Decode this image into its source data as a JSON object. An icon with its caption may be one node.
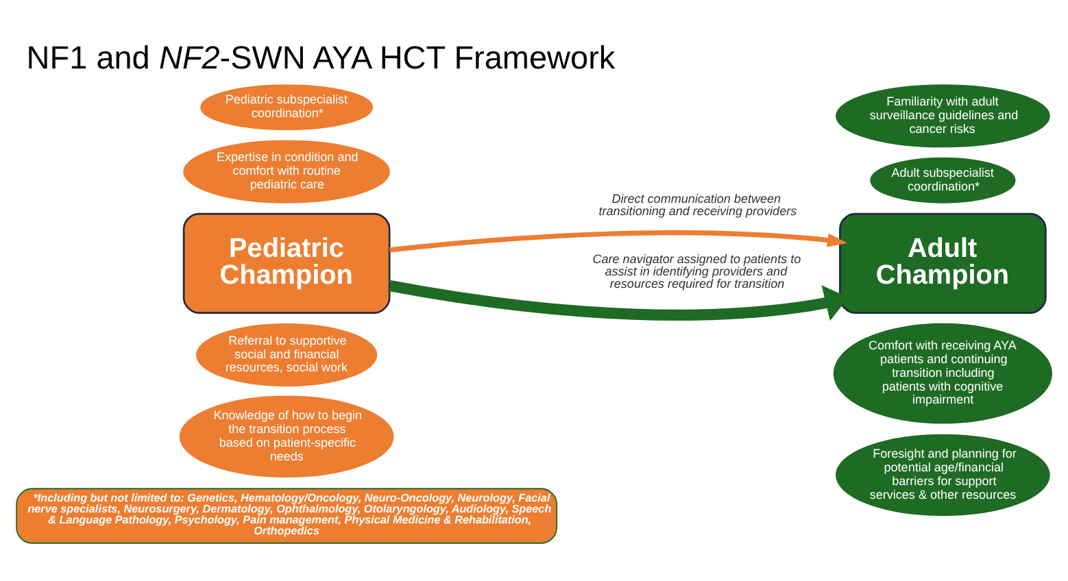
{
  "diagram": {
    "title": "NF1 and *NF2*-SWN AYA HCT Framework",
    "nodes": [
      {
        "text": [
          "Pediatric subspecialist coordination*"
        ]
      },
      {
        "text": [
          "Expertise in condition and comfort with routine pediatric care"
        ]
      },
      {
        "text": [
          "Familiarity with adult surveillance guidelines and cancer risks"
        ]
      },
      {
        "text": [
          "Adult subspecialist coordination*"
        ]
      },
      {
        "text": [
          "Pediatric Champion"
        ]
      },
      {
        "text": [
          "Adult Champion"
        ]
      },
      {
        "text": [
          "Referral to supportive social and financial resources, social work"
        ]
      },
      {
        "text": [
          "Knowledge of how to begin the transition process based on patient-specific needs"
        ]
      },
      {
        "text": [
          "Comfort with receiving AYA patients and continuing transition including patients with cognitive impairment"
        ]
      },
      {
        "text": [
          "Foresight and planning for potential age/financial barriers for support services & other resources"
        ]
      },
      {
        "text": [
          "*Including but not limited to: Genetics, Hematology/Oncology, Neuro-Oncology, Neurology, Facial nerve specialists, Neurosurgery, Dermatology, Ophthalmology, Otolaryngology, Audiology, Speech & Language Pathology, Psychology, Pain management, Physical Medicine & Rehabilitation, Orthopedics"
        ]
      }
    ],
    "edges": [
      {
        "from": 4,
        "to": 5,
        "arrow": "to",
        "label": "Direct communication between transitioning and receiving providers",
        "color": "#ed7d31"
      },
      {
        "from": 4,
        "to": 5,
        "arrow": "to",
        "label": "Care navigator assigned to patients to assist in identifying providers and resources required for transition",
        "style": "thick",
        "color": "#1e6b24"
      }
    ]
  }
}
